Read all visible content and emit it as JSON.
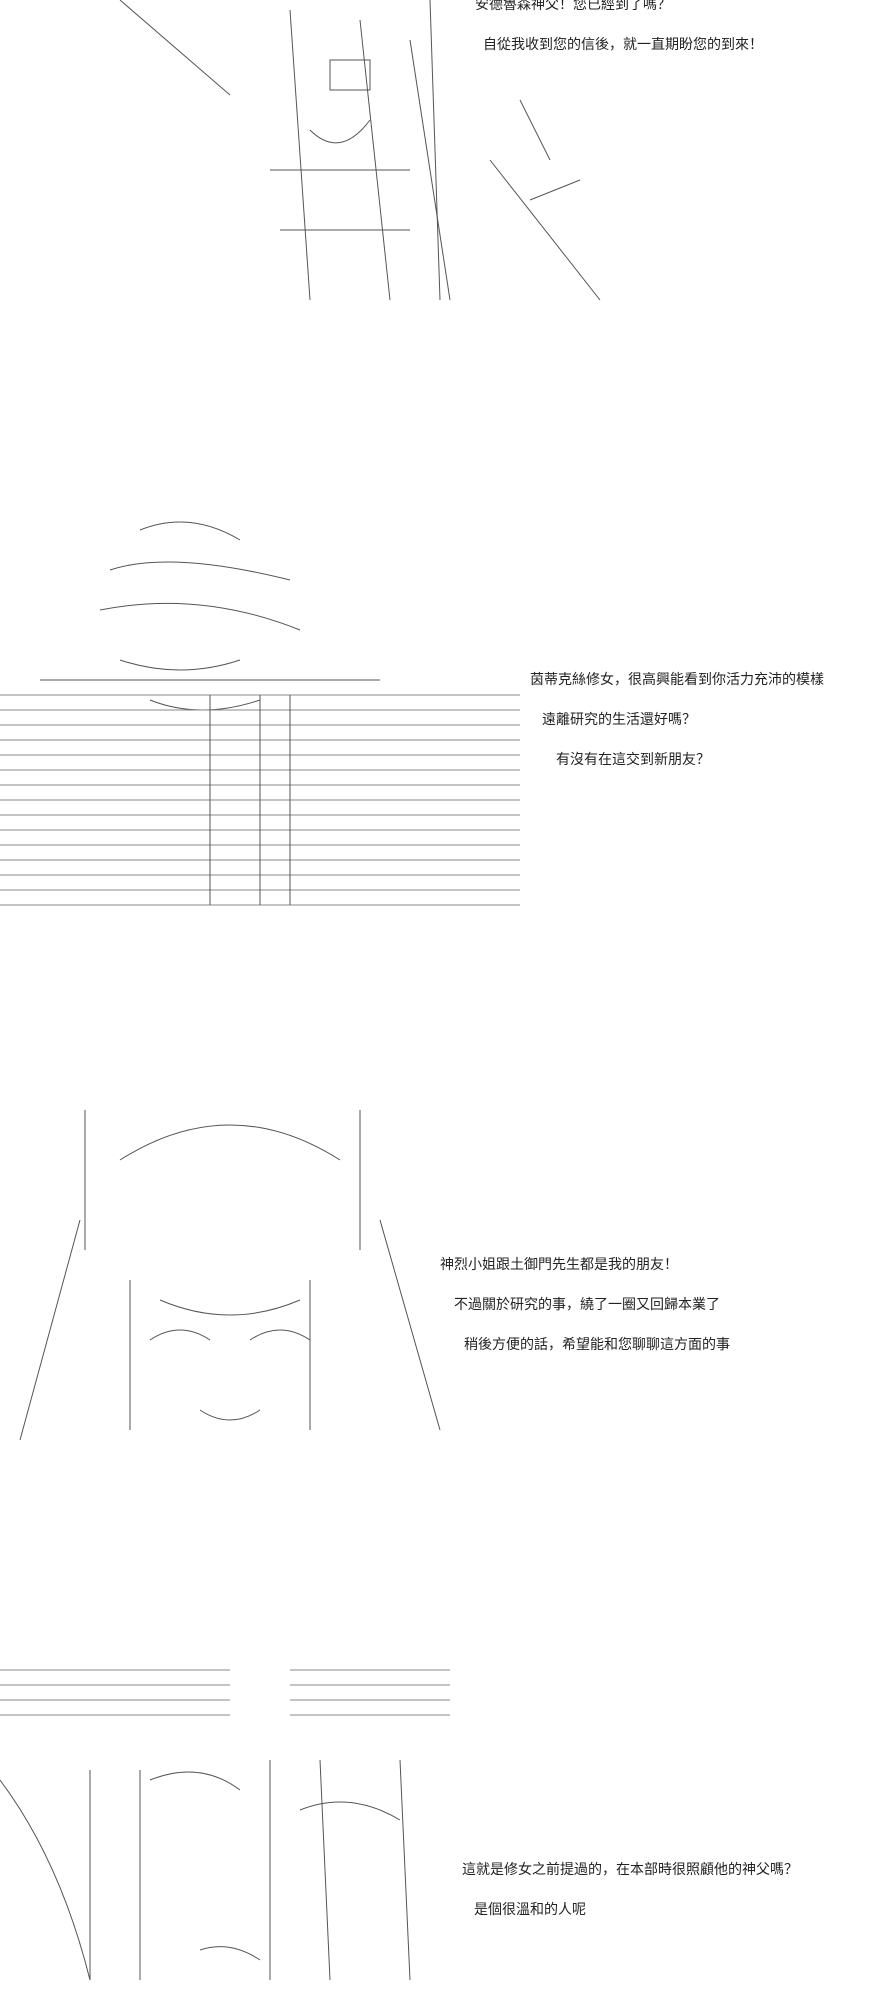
{
  "page": {
    "background": "#ffffff",
    "text_color": "#222222",
    "art_color": "#555555"
  },
  "panels": [
    {
      "art_icon": "ascii-art-priest-and-nun-standing",
      "lines": [
        "安德魯森神父！您已經到了嗎？",
        "自從我收到您的信後，就一直期盼您的到來！"
      ]
    },
    {
      "art_icon": "ascii-art-priest-portrait",
      "lines": [
        "茵蒂克絲修女，很高興能看到你活力充沛的模樣",
        "遠離研究的生活還好嗎？",
        "有沒有在這交到新朋友？"
      ]
    },
    {
      "art_icon": "ascii-art-nun-smiling",
      "lines": [
        "神烈小姐跟土御門先生都是我的朋友！",
        "不過關於研究的事，繞了一圈又回歸本業了",
        "稍後方便的話，希望能和您聊聊這方面的事"
      ]
    },
    {
      "art_icon": "ascii-art-two-characters-talking",
      "lines": [
        "這就是修女之前提過的，在本部時很照顧他的神父嗎？",
        "是個很溫和的人呢"
      ]
    }
  ]
}
